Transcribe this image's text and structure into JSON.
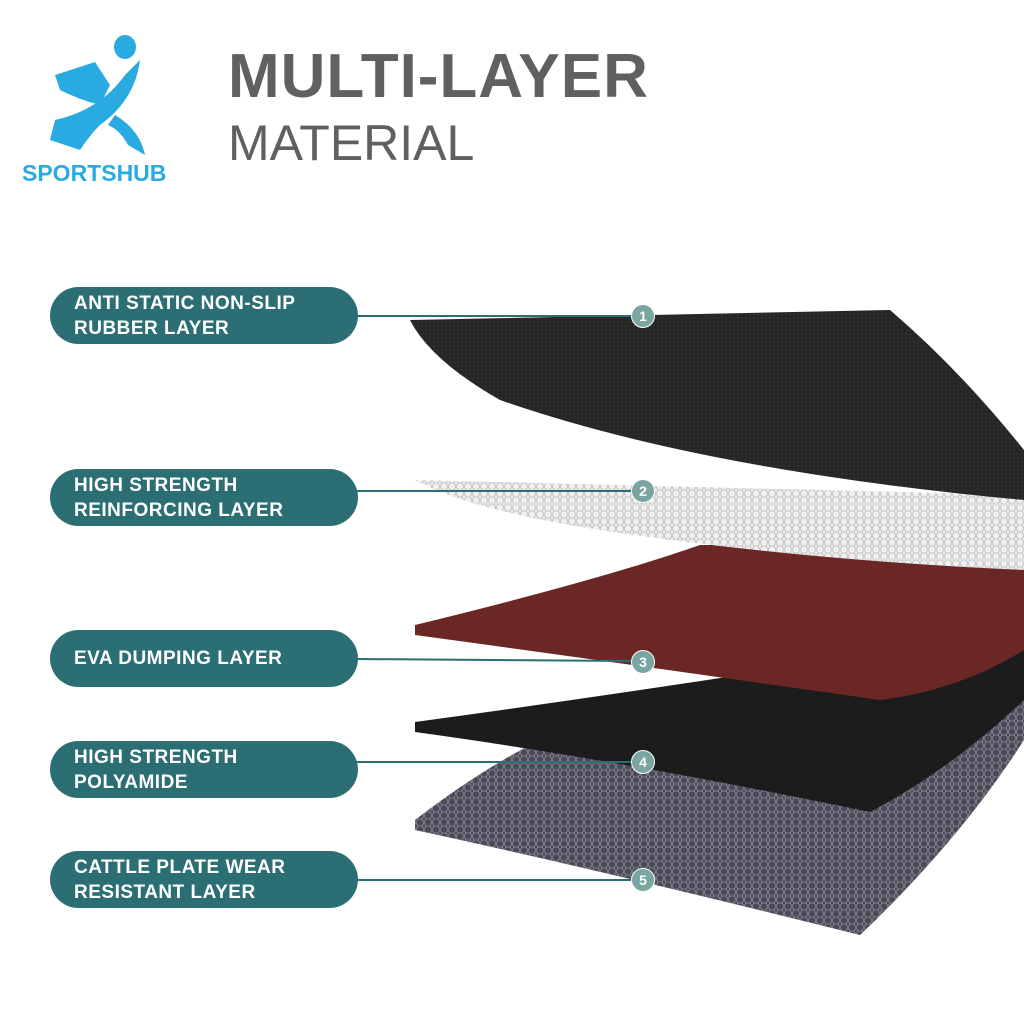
{
  "brand": {
    "name": "SPORTSHUB",
    "color": "#29abe2"
  },
  "title": {
    "line1": "MULTI-LAYER",
    "line2": "MATERIAL"
  },
  "accent": "#2b6e73",
  "layers": [
    {
      "number": "1",
      "label": "ANTI STATIC NON-SLIP RUBBER LAYER",
      "line1": "ANTI STATIC NON-SLIP",
      "line2": "RUBBER LAYER"
    },
    {
      "number": "2",
      "label": "HIGH STRENGTH REINFORCING LAYER",
      "line1": "HIGH STRENGTH",
      "line2": "REINFORCING LAYER"
    },
    {
      "number": "3",
      "label": "EVA DUMPING LAYER",
      "line1": "EVA DUMPING LAYER",
      "line2": ""
    },
    {
      "number": "4",
      "label": "HIGH STRENGTH POLYAMIDE",
      "line1": "HIGH STRENGTH",
      "line2": "POLYAMIDE"
    },
    {
      "number": "5",
      "label": "CATTLE PLATE WEAR RESISTANT LAYER",
      "line1": "CATTLE PLATE WEAR",
      "line2": "RESISTANT LAYER"
    }
  ]
}
